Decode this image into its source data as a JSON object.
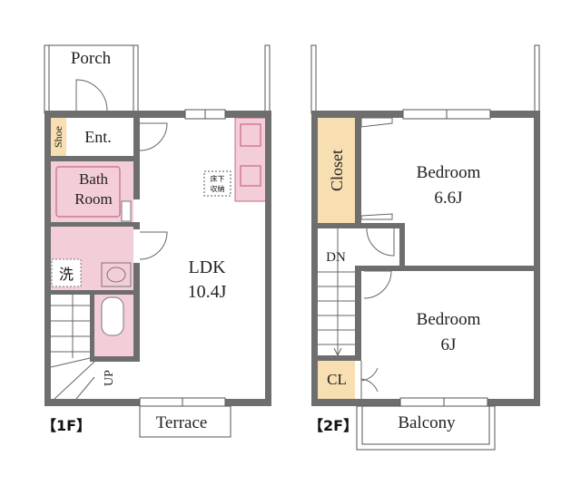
{
  "floor1": {
    "tag": "【1F】",
    "porch": "Porch",
    "shoe": "Shoe",
    "entrance": "Ent.",
    "bath_line1": "Bath",
    "bath_line2": "Room",
    "laundry": "洗",
    "underfloor_line1": "床下",
    "underfloor_line2": "収納",
    "ldk": "LDK",
    "ldk_size": "10.4J",
    "stairs": "UP",
    "terrace": "Terrace"
  },
  "floor2": {
    "tag": "【2F】",
    "closet": "Closet",
    "bedroom1": "Bedroom",
    "bedroom1_size": "6.6J",
    "stairs": "DN",
    "bedroom2": "Bedroom",
    "bedroom2_size": "6J",
    "closet_small": "CL",
    "balcony": "Balcony"
  },
  "colors": {
    "wall": "#6e6e6e",
    "wet_area": "#f3cdd7",
    "wet_area_stroke": "#c66a86",
    "storage": "#f7dfb1",
    "line": "#555555"
  }
}
